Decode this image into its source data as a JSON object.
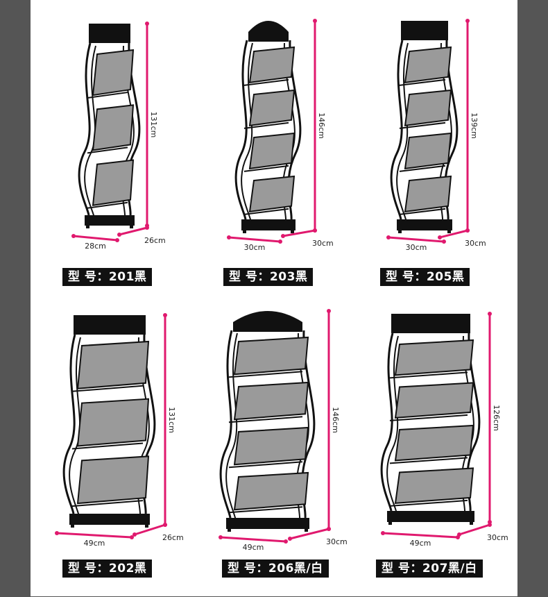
{
  "colors": {
    "frame": "#111111",
    "mesh": "#9a9a9a",
    "dimension_line": "#e0196e",
    "label_bg": "#111111",
    "label_text": "#ffffff",
    "side_bars": "#555555"
  },
  "products": [
    {
      "model": "型 号：201黑",
      "height": "131cm",
      "width": "28cm",
      "depth": "26cm",
      "top": "flat",
      "shelves": 3
    },
    {
      "model": "型 号：203黑",
      "height": "146cm",
      "width": "30cm",
      "depth": "30cm",
      "top": "arched",
      "shelves": 4
    },
    {
      "model": "型 号：205黑",
      "height": "139cm",
      "width": "30cm",
      "depth": "30cm",
      "top": "flat",
      "shelves": 4
    },
    {
      "model": "型 号：202黑",
      "height": "131cm",
      "width": "49cm",
      "depth": "26cm",
      "top": "flat",
      "shelves": 3
    },
    {
      "model": "型 号：206黑/白",
      "height": "146cm",
      "width": "49cm",
      "depth": "30cm",
      "top": "arched",
      "shelves": 4
    },
    {
      "model": "型 号：207黑/白",
      "height": "126cm",
      "width": "49cm",
      "depth": "30cm",
      "top": "flat",
      "shelves": 4
    }
  ]
}
